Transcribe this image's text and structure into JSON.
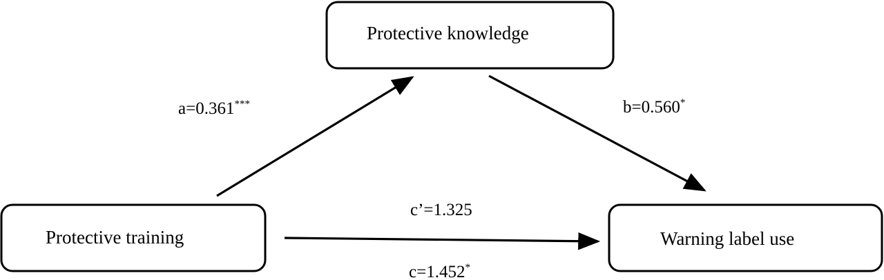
{
  "nodes": {
    "knowledge": "Protective knowledge",
    "training": "Protective training",
    "warning": "Warning label use"
  },
  "paths": {
    "a": {
      "label": "a=0.361",
      "sig": "***"
    },
    "b": {
      "label": "b=0.560",
      "sig": "*"
    },
    "c_prime": {
      "label": "c’=1.325",
      "sig": ""
    },
    "c": {
      "label": "c=1.452",
      "sig": "*"
    }
  }
}
